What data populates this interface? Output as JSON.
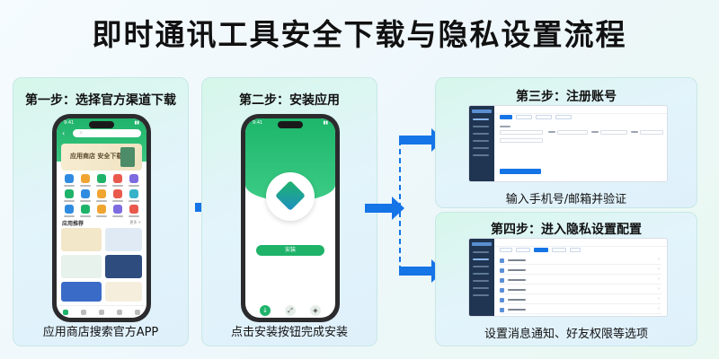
{
  "title": "即时通讯工具安全下载与隐私设置流程",
  "steps": [
    {
      "title": "第一步：选择官方渠道下载",
      "caption": "应用商店搜索官方APP"
    },
    {
      "title": "第二步：安装应用",
      "caption": "点击安装按钮完成安装"
    },
    {
      "title": "第三步：注册账号",
      "caption": "输入手机号/邮箱并验证"
    },
    {
      "title": "第四步：进入隐私设置配置",
      "caption": "设置消息通知、好友权限等选项"
    }
  ],
  "colors": {
    "accent_green": "#1fb36a",
    "arrow_blue": "#1574e6",
    "sidebar_navy": "#1f3551"
  },
  "phone1": {
    "status_time": "9:41",
    "banner_text": "应用商店 安全下载",
    "section_label": "应用推荐",
    "more_label": "更多 >",
    "icon_colors": [
      "#2f8be0",
      "#f0a531",
      "#1fb36a",
      "#e95a4d",
      "#7d6be0",
      "#1fb36a",
      "#2f8be0",
      "#f0a531",
      "#e95a4d",
      "#36b3c9",
      "#2f8be0",
      "#1fb36a",
      "#f0a531",
      "#7d6be0",
      "#e95a4d"
    ]
  },
  "phone2": {
    "status_time": "9:41",
    "install_button": "安装"
  }
}
